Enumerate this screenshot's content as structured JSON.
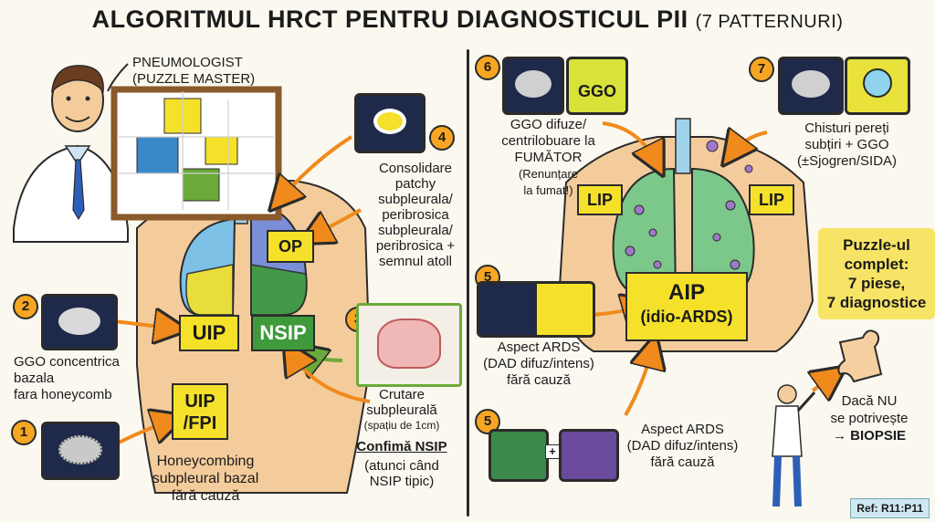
{
  "title": {
    "main": "ALGORITMUL HRCT PENTRU DIAGNOSTICUL PII",
    "sub": "(7 PATTERNURI)"
  },
  "left": {
    "pneumologist": "PNEUMOLOGIST",
    "puzzle_master": "(PUZZLE MASTER)",
    "pieces": {
      "op": "OP",
      "uip": "UIP",
      "nsip": "NSIP",
      "uip_fpi_1": "UIP",
      "uip_fpi_2": "/FPI"
    },
    "step4": {
      "num": "4",
      "lines": [
        "Consolidare",
        "patchy",
        "subpleurala/",
        "peribrosica",
        "subpleurala/",
        "peribrosica +",
        "semnul atoll"
      ]
    },
    "step2": {
      "num": "2",
      "lines": [
        "GGO concentrica",
        "bazala",
        "fara honeycomb"
      ]
    },
    "step1": {
      "num": "1",
      "lines": [
        "Honeycombing",
        "subpleural bazal",
        "fără cauză"
      ]
    },
    "step3": {
      "num": "3",
      "lines": [
        "Crutare",
        "subpleurală",
        "(spațiu de 1cm)",
        "Confimă NSIP",
        "(atunci când",
        "NSIP tipic)"
      ]
    }
  },
  "right": {
    "step6": {
      "num": "6",
      "icon_label": "GGO",
      "lines": [
        "GGO difuze/",
        "centrilobuare la",
        "FUMĂTOR",
        "(Renunțare",
        "la fumat!)"
      ]
    },
    "step7": {
      "num": "7",
      "lines": [
        "Chisturi pereți",
        "subțiri + GGO",
        "(±Sjogren/SIDA)"
      ]
    },
    "lip_left": "LIP",
    "lip_right": "LIP",
    "aip": {
      "line1": "AIP",
      "line2": "(idio-ARDS)"
    },
    "puzzle_done": [
      "Puzzle-ul",
      "complet:",
      "7 piese,",
      "7 diagnostice"
    ],
    "step5a": {
      "num": "5",
      "lines": [
        "Aspect ARDS",
        "(DAD difuz/intens)",
        "fără cauză"
      ]
    },
    "step5b": {
      "num": "5",
      "plus": "+",
      "lines": [
        "Aspect ARDS",
        "(DAD difuz/intens)",
        "fără cauză"
      ]
    },
    "biopsy": [
      "Dacă NU",
      "se potrivește",
      "→ BIOPSIE"
    ]
  },
  "ref": "Ref: R11:P11"
}
